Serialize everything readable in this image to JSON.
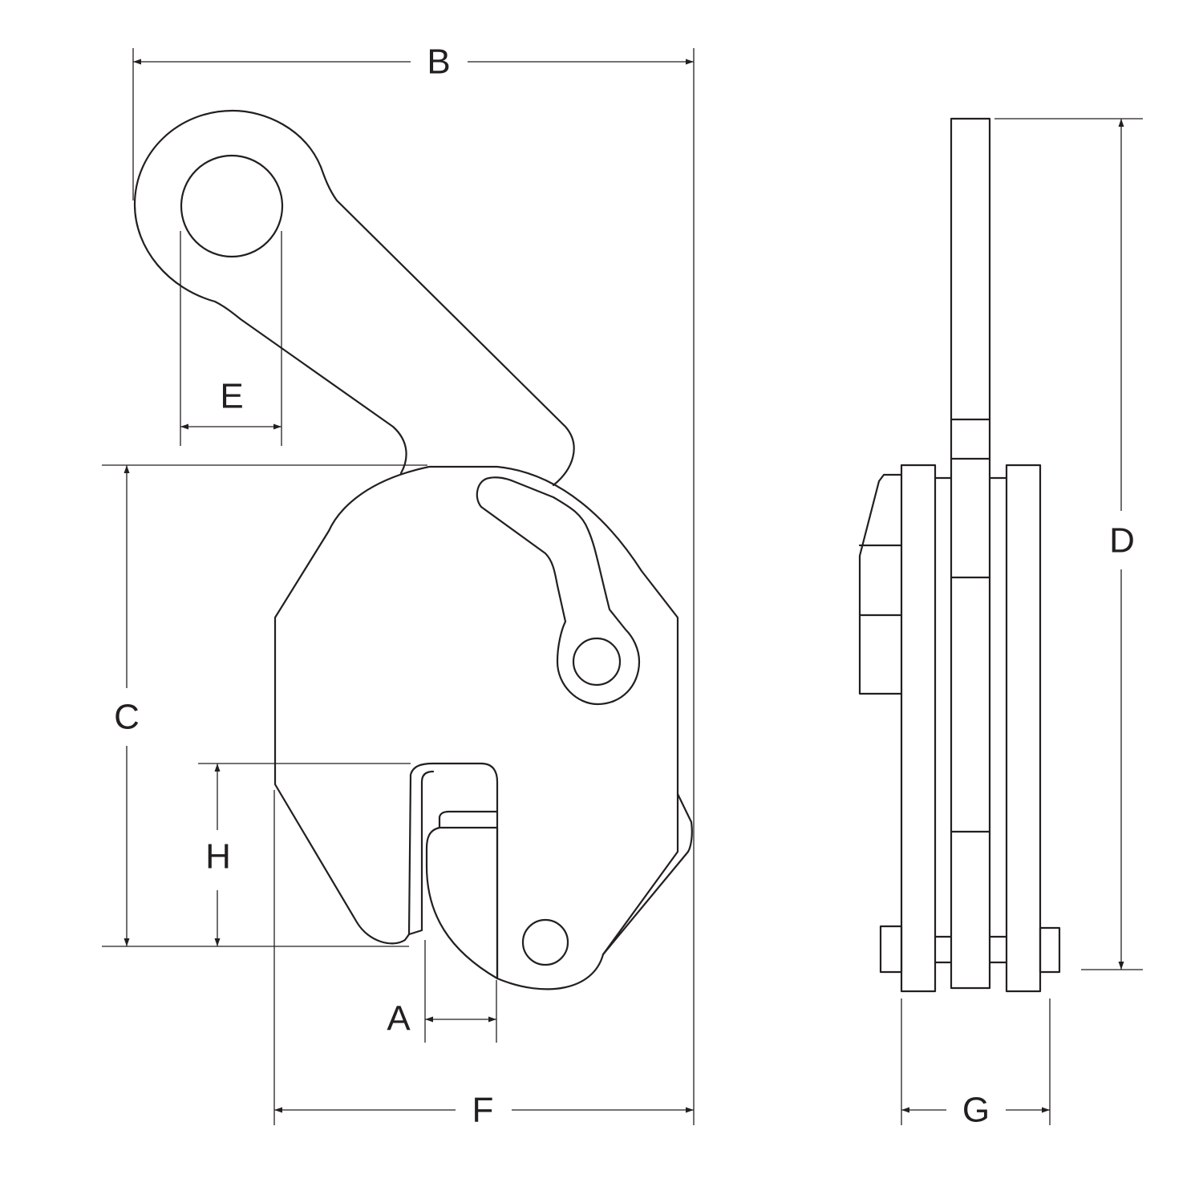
{
  "dimensions": {
    "A": "A",
    "B": "B",
    "C": "C",
    "D": "D",
    "E": "E",
    "F": "F",
    "G": "G",
    "H": "H"
  },
  "colors": {
    "line": "#231f20",
    "background": "#ffffff"
  }
}
